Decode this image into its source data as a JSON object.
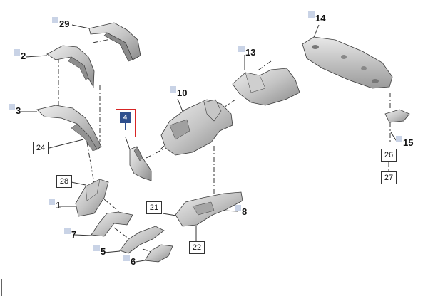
{
  "callouts": {
    "c29": "29",
    "c2": "2",
    "c3": "3",
    "c1": "1",
    "c7": "7",
    "c5": "5",
    "c6": "6",
    "c13": "13",
    "c10": "10",
    "c14": "14",
    "c15": "15",
    "c8": "8"
  },
  "boxes": {
    "b24": "24",
    "b28": "28",
    "b21": "21",
    "b22": "22",
    "b26": "26",
    "b27": "27"
  },
  "selected": {
    "label": "4"
  },
  "colors": {
    "part_light": "#dcdcdc",
    "part_mid": "#b5b5b5",
    "part_dark": "#7d7d7d",
    "outline": "#3a3a3a",
    "highlight": "#d72525",
    "badge": "#2e4f8e",
    "callout_square": "#c9d3e6"
  }
}
